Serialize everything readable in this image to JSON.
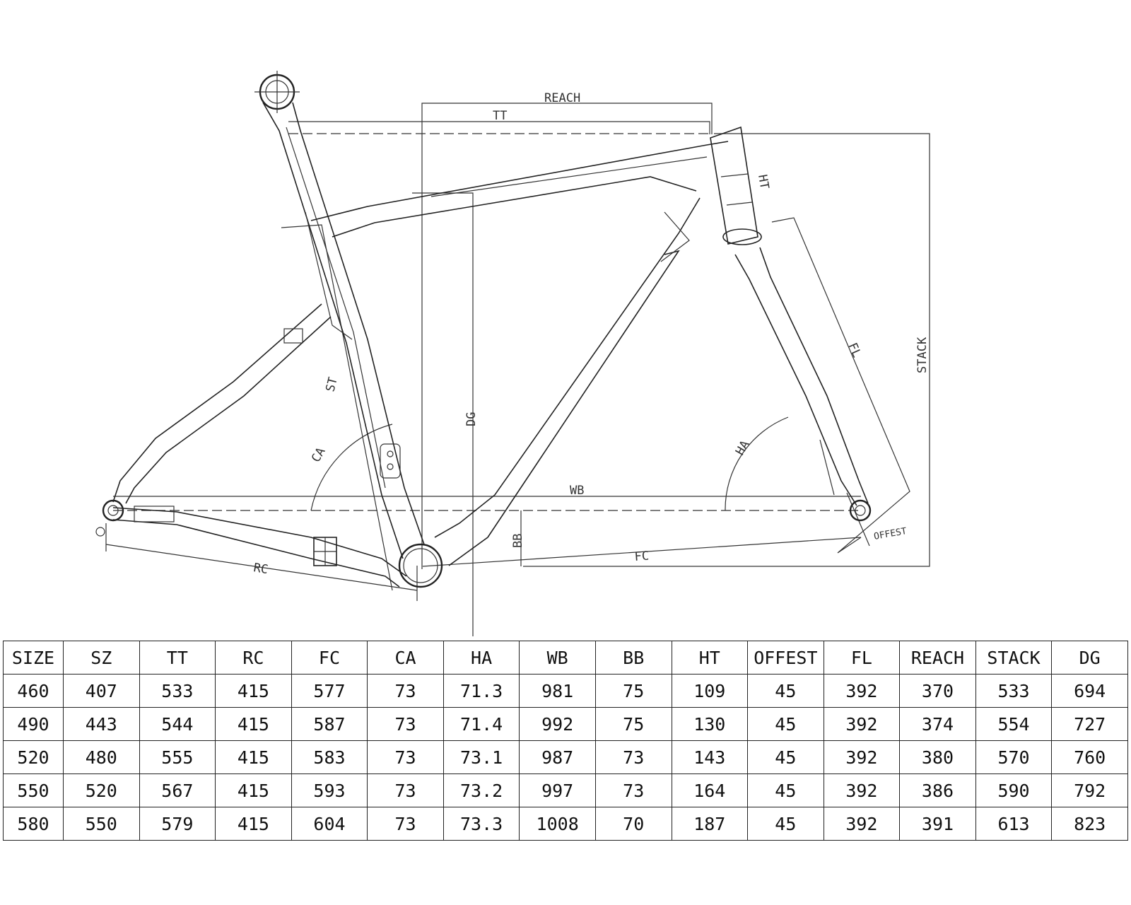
{
  "diagram": {
    "labels": {
      "reach": "REACH",
      "tt": "TT",
      "ht": "HT",
      "stack": "STACK",
      "fl": "FL",
      "st": "ST",
      "dg": "DG",
      "ca": "CA",
      "ha": "HA",
      "wb": "WB",
      "bb": "BB",
      "fc": "FC",
      "rc": "RC",
      "offest": "OFFEST"
    }
  },
  "table": {
    "headers": [
      "SIZE",
      "SZ",
      "TT",
      "RC",
      "FC",
      "CA",
      "HA",
      "WB",
      "BB",
      "HT",
      "OFFEST",
      "FL",
      "REACH",
      "STACK",
      "DG"
    ],
    "rows": [
      [
        "460",
        "407",
        "533",
        "415",
        "577",
        "73",
        "71.3",
        "981",
        "75",
        "109",
        "45",
        "392",
        "370",
        "533",
        "694"
      ],
      [
        "490",
        "443",
        "544",
        "415",
        "587",
        "73",
        "71.4",
        "992",
        "75",
        "130",
        "45",
        "392",
        "374",
        "554",
        "727"
      ],
      [
        "520",
        "480",
        "555",
        "415",
        "583",
        "73",
        "73.1",
        "987",
        "73",
        "143",
        "45",
        "392",
        "380",
        "570",
        "760"
      ],
      [
        "550",
        "520",
        "567",
        "415",
        "593",
        "73",
        "73.2",
        "997",
        "73",
        "164",
        "45",
        "392",
        "386",
        "590",
        "792"
      ],
      [
        "580",
        "550",
        "579",
        "415",
        "604",
        "73",
        "73.3",
        "1008",
        "70",
        "187",
        "45",
        "392",
        "391",
        "613",
        "823"
      ]
    ]
  }
}
